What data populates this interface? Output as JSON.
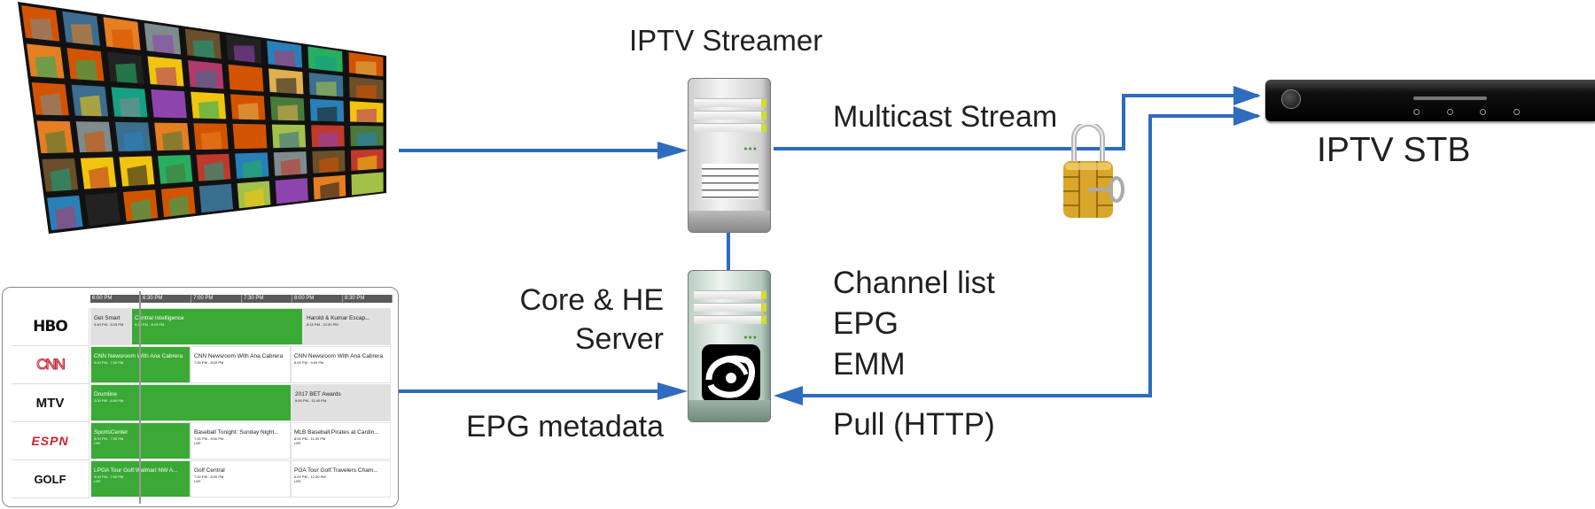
{
  "labels": {
    "streamer": "IPTV Streamer",
    "multicast": "Multicast Stream",
    "stb": "IPTV STB",
    "core_line1": "Core & HE",
    "core_line2": "Server",
    "channel_list": "Channel list",
    "epg": "EPG",
    "emm": "EMM",
    "pull": "Pull (HTTP)",
    "epg_metadata": "EPG metadata"
  },
  "colors": {
    "arrow": "#2f6bbf",
    "epg_green": "#3aa935",
    "epg_gray": "#e0e0e0"
  },
  "icons": [
    "video-wall-image",
    "server-icon",
    "padlock-key-icon",
    "set-top-box-icon",
    "logo-eye-icon"
  ],
  "epg_guide": {
    "times": [
      "6:00 PM",
      "6:30 PM",
      "7:00 PM",
      "7:30 PM",
      "8:00 PM",
      "8:30 PM"
    ],
    "channels": [
      {
        "logo": "HBO",
        "programs": [
          {
            "title": "Get Smart",
            "time": "4:40 PM - 6:25 PM",
            "live": "",
            "style": "gr"
          },
          {
            "title": "Central Intelligence",
            "time": "6:25 PM - 8:15 PM",
            "live": "",
            "style": "g"
          },
          {
            "title": "Harold & Kumar Escap...",
            "time": "8:15 PM - 10:00 PM",
            "live": "",
            "style": "gr"
          }
        ]
      },
      {
        "logo": "CNN",
        "programs": [
          {
            "title": "CNN Newsroom With Ana Cabrera",
            "time": "5:00 PM - 7:00 PM",
            "live": "",
            "style": "g"
          },
          {
            "title": "CNN Newsroom With Ana Cabrera",
            "time": "7:00 PM - 8:00 PM",
            "live": "",
            "style": "w"
          },
          {
            "title": "CNN Newsroom With Ana Cabrera",
            "time": "8:00 PM - 9:00 PM",
            "live": "",
            "style": "w"
          }
        ]
      },
      {
        "logo": "MTV",
        "programs": [
          {
            "title": "Drumline",
            "time": "3:00 PM - 8:00 PM",
            "live": "",
            "style": "g"
          },
          {
            "title": "2017 BET Awards",
            "time": "8:00 PM - 11:40 PM",
            "live": "",
            "style": "gr"
          }
        ]
      },
      {
        "logo": "ESPN",
        "programs": [
          {
            "title": "SportsCenter",
            "time": "5:00 PM - 7:00 PM",
            "live": "LIVE",
            "style": "g"
          },
          {
            "title": "Baseball Tonight: Sunday Night...",
            "time": "7:00 PM - 8:00 PM",
            "live": "LIVE",
            "style": "w"
          },
          {
            "title": "MLB Baseball:Pirates at Cardin...",
            "time": "8:00 PM - 11:00 PM",
            "live": "LIVE",
            "style": "w"
          }
        ]
      },
      {
        "logo": "GOLF",
        "programs": [
          {
            "title": "LPGA Tour Golf:Walmart NW A...",
            "time": "5:00 PM - 7:00 PM",
            "live": "LIVE",
            "style": "g"
          },
          {
            "title": "Golf Central",
            "time": "7:00 PM - 8:00 PM",
            "live": "LIVE",
            "style": "w"
          },
          {
            "title": "PGA Tour Golf:Travelers Cham...",
            "time": "8:00 PM - 12:30 PM",
            "live": "LIVE",
            "style": "w"
          }
        ]
      }
    ]
  }
}
